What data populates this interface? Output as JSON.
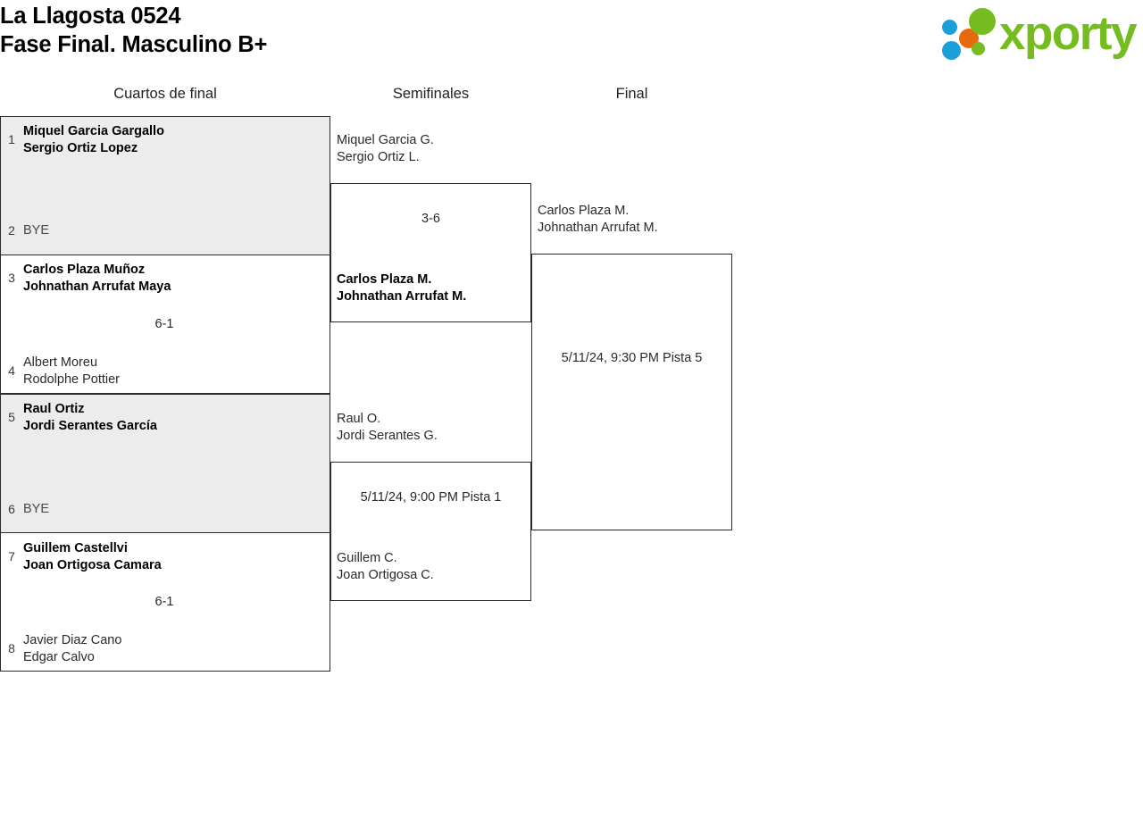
{
  "header": {
    "title_line_1": "La Llagosta 0524",
    "title_line_2": "Fase Final. Masculino B+",
    "logo_word": "xporty"
  },
  "colors": {
    "logo_green": "#74bc1f",
    "logo_blue": "#1b9fd8",
    "logo_orange": "#e8690b",
    "box_border": "#2b2b2b",
    "box_shaded": "#ececec",
    "text": "#2a2a2a"
  },
  "rounds": [
    {
      "label": "Cuartos de final"
    },
    {
      "label": "Semifinales"
    },
    {
      "label": "Final"
    }
  ],
  "quarterfinals": [
    {
      "shaded": true,
      "note": "",
      "top": {
        "seed": "1",
        "line1": "Miquel Garcia Gargallo",
        "line2": "Sergio Ortiz Lopez",
        "winner": true
      },
      "bottom": {
        "seed": "2",
        "line1": "BYE",
        "line2": "",
        "winner": false
      }
    },
    {
      "shaded": false,
      "note": "6-1",
      "top": {
        "seed": "3",
        "line1": "Carlos Plaza Muñoz",
        "line2": "Johnathan Arrufat Maya",
        "winner": true
      },
      "bottom": {
        "seed": "4",
        "line1": "Albert Moreu",
        "line2": "Rodolphe Pottier",
        "winner": false
      }
    },
    {
      "shaded": true,
      "note": "",
      "top": {
        "seed": "5",
        "line1": "Raul Ortiz",
        "line2": "Jordi Serantes García",
        "winner": true
      },
      "bottom": {
        "seed": "6",
        "line1": "BYE",
        "line2": "",
        "winner": false
      }
    },
    {
      "shaded": false,
      "note": "6-1",
      "top": {
        "seed": "7",
        "line1": "Guillem Castellvi",
        "line2": "Joan Ortigosa Camara",
        "winner": true
      },
      "bottom": {
        "seed": "8",
        "line1": "Javier Diaz Cano",
        "line2": "Edgar Calvo",
        "winner": false
      }
    }
  ],
  "semifinals": [
    {
      "note": "3-6",
      "top": {
        "line1": "Miquel Garcia G.",
        "line2": "Sergio Ortiz L.",
        "winner": false
      },
      "bottom": {
        "line1": "Carlos Plaza M.",
        "line2": "Johnathan Arrufat M.",
        "winner": true
      }
    },
    {
      "note": "5/11/24, 9:00 PM Pista 1",
      "top": {
        "line1": "Raul O.",
        "line2": "Jordi Serantes G.",
        "winner": false
      },
      "bottom": {
        "line1": "Guillem C.",
        "line2": "Joan Ortigosa C.",
        "winner": false
      }
    }
  ],
  "final": [
    {
      "note": "5/11/24, 9:30 PM Pista 5",
      "top": {
        "line1": "Carlos Plaza M.",
        "line2": "Johnathan Arrufat M.",
        "winner": false
      },
      "bottom": {
        "line1": "",
        "line2": "",
        "winner": false
      }
    }
  ]
}
